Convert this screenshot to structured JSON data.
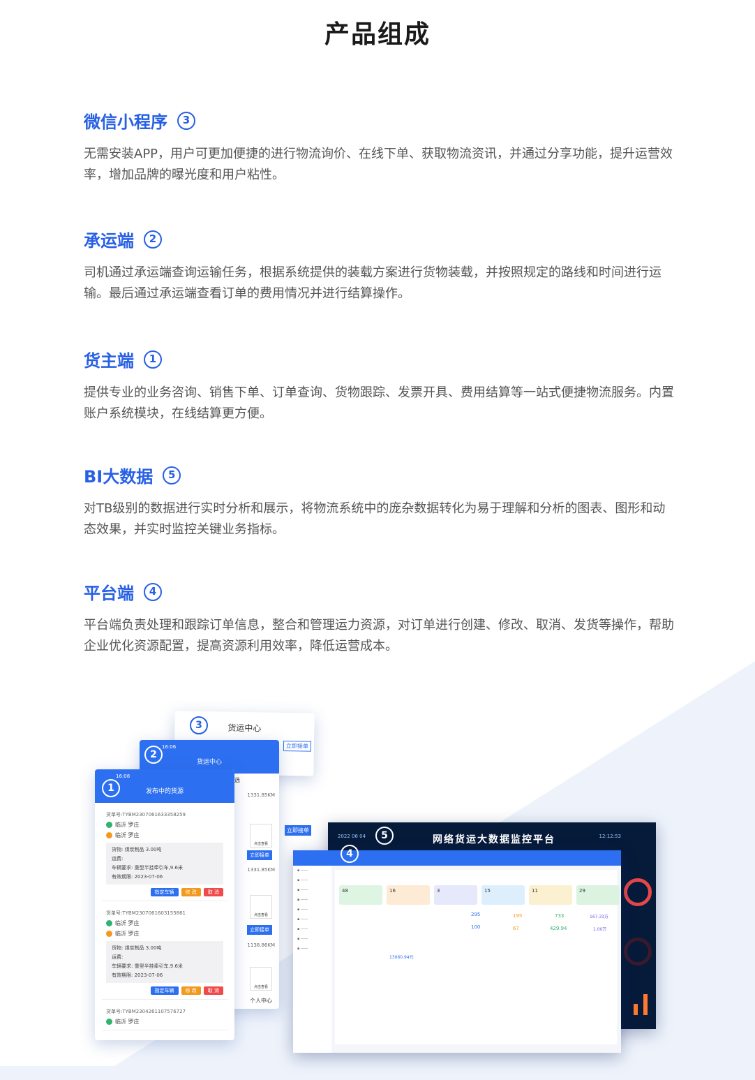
{
  "title": "产品组成",
  "sections": [
    {
      "title": "微信小程序",
      "num": "3",
      "desc": "无需安装APP，用户可更加便捷的进行物流询价、在线下单、获取物流资讯，并通过分享功能，提升运营效率，增加品牌的曝光度和用户粘性。"
    },
    {
      "title": "承运端",
      "num": "2",
      "desc": "司机通过承运端查询运输任务，根据系统提供的装载方案进行货物装载，并按照规定的路线和时间进行运输。最后通过承运端查看订单的费用情况并进行结算操作。"
    },
    {
      "title": "货主端",
      "num": "1",
      "desc": "提供专业的业务咨询、销售下单、订单查询、货物跟踪、发票开具、费用结算等一站式便捷物流服务。内置账户系统模块，在线结算更方便。"
    },
    {
      "title": "BI大数据",
      "num": "5",
      "desc": "对TB级别的数据进行实时分析和展示，将物流系统中的庞杂数据转化为易于理解和分析的图表、图形和动态效果，并实时监控关键业务指标。"
    },
    {
      "title": "平台端",
      "num": "4",
      "desc": "平台端负责处理和跟踪订单信息，整合和管理运力资源，对订单进行创建、修改、取消、发货等操作，帮助企业优化资源配置，提高资源利用效率，降低运营成本。"
    }
  ],
  "illustration": {
    "phone3": {
      "badge": "3",
      "title": "货运中心",
      "btn": "立即接单"
    },
    "phone2": {
      "badge": "2",
      "status": "16:06",
      "title": "货运中心",
      "filter": "筛选",
      "dist1": "1331.85KM",
      "dist2": "1331.85KM",
      "dist3": "1138.86KM",
      "btn": "立即接单",
      "qr": "点击查看",
      "me": "个人中心"
    },
    "phone1": {
      "badge": "1",
      "status": "16:08",
      "title": "发布中的货源",
      "cards": [
        {
          "no": "货单号:TYBM2307061633358259",
          "from": "临沂 罗庄",
          "to": "临沂 罗庄",
          "goods": "货物:   煤炭制品 3.00吨",
          "fee": "运费:",
          "req": "车辆要求:   重型半挂牵引车,9.6米",
          "date": "有效期限:   2023-07-06",
          "b1": "指定车辆",
          "b2": "修 改",
          "b3": "取 消"
        },
        {
          "no": "货单号:TYBM2307061603155861",
          "from": "临沂 罗庄",
          "to": "临沂 罗庄",
          "goods": "货物:   煤炭制品 3.00吨",
          "fee": "运费:",
          "req": "车辆要求:   重型半挂牵引车,9.6米",
          "date": "有效期限:   2023-07-06",
          "b1": "指定车辆",
          "b2": "修 改",
          "b3": "取 消"
        },
        {
          "no": "货单号:TYBM2304261107576727",
          "from": "临沂 罗庄",
          "to": "",
          "goods": "",
          "fee": "",
          "req": "",
          "date": "",
          "b1": "",
          "b2": "",
          "b3": ""
        }
      ]
    },
    "bigdata": {
      "badge": "5",
      "title": "网络货运大数据监控平台",
      "date": "2022 06 04",
      "time": "12:12:53"
    },
    "admin": {
      "badge": "4",
      "stats": [
        "48",
        "16",
        "3",
        "15",
        "11",
        "29"
      ],
      "nums": [
        "295",
        "100",
        "195",
        "67",
        "733",
        "429.94",
        "167.33万",
        "1.00万"
      ],
      "total": "13060.94元"
    },
    "colors": {
      "accent": "#2760e4",
      "blue": "#2c6ff0",
      "orange": "#f39a1e",
      "red": "#ef4b4b",
      "green": "#2fb36e"
    }
  }
}
